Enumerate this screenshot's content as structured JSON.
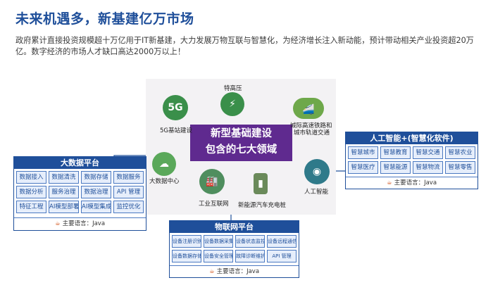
{
  "heading": "未来机遇多，新基建亿万市场",
  "intro": "政府累计直接投资规模超十万亿用于IT新基建，大力发展万物互联与智慧化，为经济增长注入新动能，预计带动相关产业投资超20万亿。数字经济的市场人才缺口高达2000万以上！",
  "hub": {
    "banner_line1": "新型基础建设",
    "banner_line2": "包含的七大领域",
    "fields": [
      {
        "label": "特高压",
        "icon": "tower-icon"
      },
      {
        "label": "5G基站建设",
        "icon": "5g-icon",
        "glyph": "5G"
      },
      {
        "label": "城际高速铁路和",
        "label2": "城市轨道交通",
        "icon": "train-icon"
      },
      {
        "label": "大数据中心",
        "icon": "cloud-icon"
      },
      {
        "label": "工业互联网",
        "icon": "factory-icon"
      },
      {
        "label": "新能源汽车充电桩",
        "icon": "charger-icon"
      },
      {
        "label": "人工智能",
        "icon": "ai-head-icon"
      }
    ]
  },
  "bigdata": {
    "title": "大数据平台",
    "cells": [
      "数据接入",
      "数据清洗",
      "数据存储",
      "数据服务",
      "数据分析",
      "服务治理",
      "数据治理",
      "API 管理",
      "特征工程",
      "AI模型部署",
      "AI模型集成",
      "监控优化"
    ],
    "lang": "主要语言：Java"
  },
  "ai": {
    "title": "人工智能+(智慧化软件)",
    "cells": [
      "智慧城市",
      "智慧教育",
      "智慧交通",
      "智慧农业",
      "智慧医疗",
      "智慧能源",
      "智慧物流",
      "智慧零售"
    ],
    "lang": "主要语言：Java"
  },
  "iot": {
    "title": "物联网平台",
    "cells": [
      "设备注册识别",
      "设备数据采集",
      "设备状态监控",
      "设备远程通信",
      "设备数据存储",
      "设备安全管理",
      "故障诊断维护",
      "API 管理"
    ],
    "lang": "主要语言：Java"
  }
}
